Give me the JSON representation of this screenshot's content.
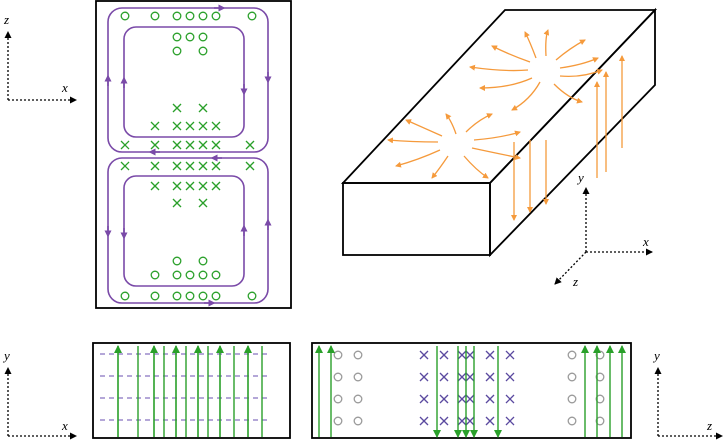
{
  "axes": {
    "top_left": {
      "vertical": "z",
      "horizontal": "x"
    },
    "iso_3d": {
      "vertical": "y",
      "horizontal": "x",
      "depth": "z"
    },
    "bottom_left": {
      "vertical": "y",
      "horizontal": "x"
    },
    "bottom_right": {
      "vertical": "y",
      "horizontal": "z"
    }
  },
  "colors": {
    "outline": "#000000",
    "loop": "#7a4aa8",
    "field": "#2aa02a",
    "dashed": "#6a4fb0",
    "flux_arrow": "#f59a3c",
    "circle_gray": "#9a9a9a",
    "cross_purple": "#5b4aa0"
  },
  "icons": {
    "out_of_page": "circle-dot-symbol",
    "into_page": "cross-x-symbol"
  }
}
